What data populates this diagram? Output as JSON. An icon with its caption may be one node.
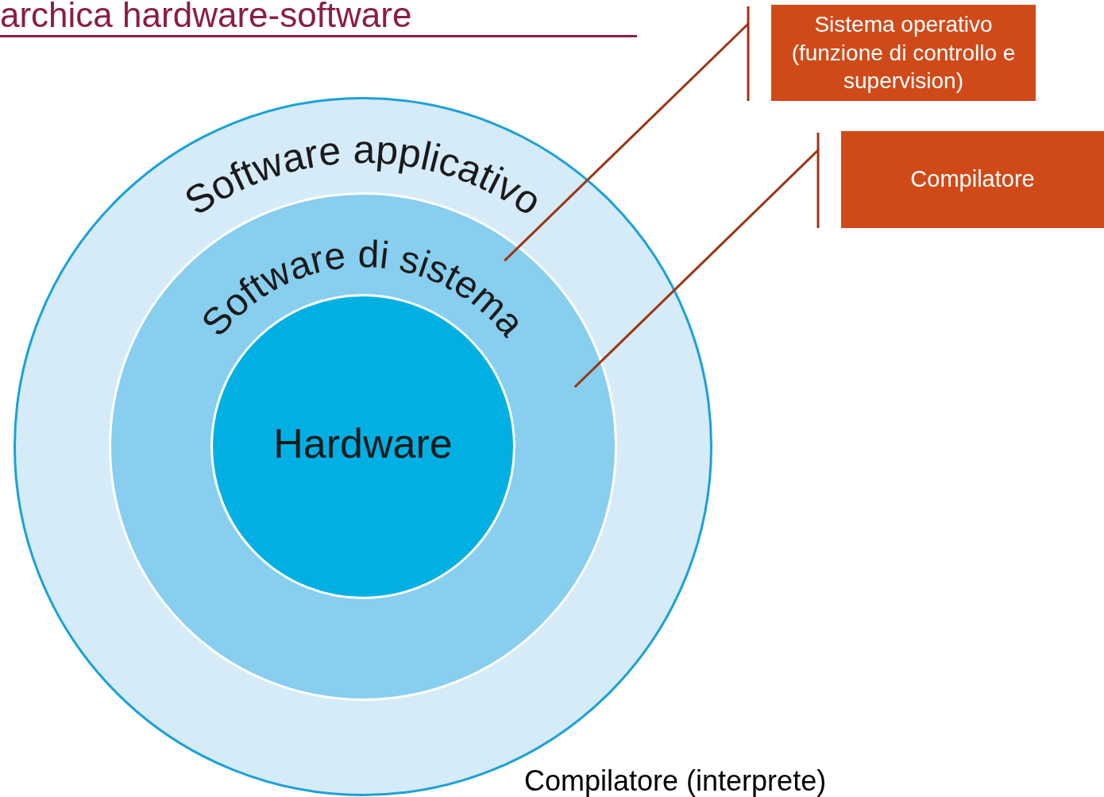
{
  "diagram": {
    "title": "archica hardware-software",
    "nodes": [
      {
        "text": [
          "Software applicativo"
        ]
      },
      {
        "text": [
          "Software di sistema"
        ],
        "in": 0
      },
      {
        "text": [
          "Hardware"
        ],
        "in": 1
      },
      {
        "text": [
          "Sistema operativo (funzione di controllo e supervision)"
        ]
      },
      {
        "text": [
          "Compilatore"
        ]
      }
    ],
    "edges": [
      {
        "from": 3,
        "to": 1,
        "arrow": "none"
      },
      {
        "from": 4,
        "to": 1,
        "arrow": "none"
      }
    ],
    "labels": [
      "Compilatore (interprete)"
    ]
  }
}
